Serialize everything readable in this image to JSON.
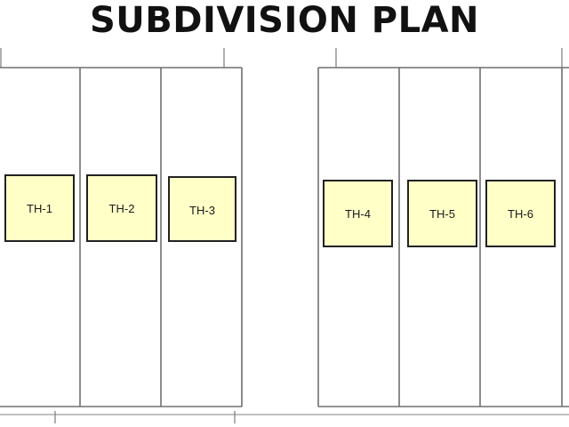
{
  "title": "SUBDIVISION PLAN",
  "unit_fill": "#ffffc8",
  "units": [
    {
      "label": "TH-1"
    },
    {
      "label": "TH-2"
    },
    {
      "label": "TH-3"
    },
    {
      "label": "TH-4"
    },
    {
      "label": "TH-5"
    },
    {
      "label": "TH-6"
    }
  ]
}
